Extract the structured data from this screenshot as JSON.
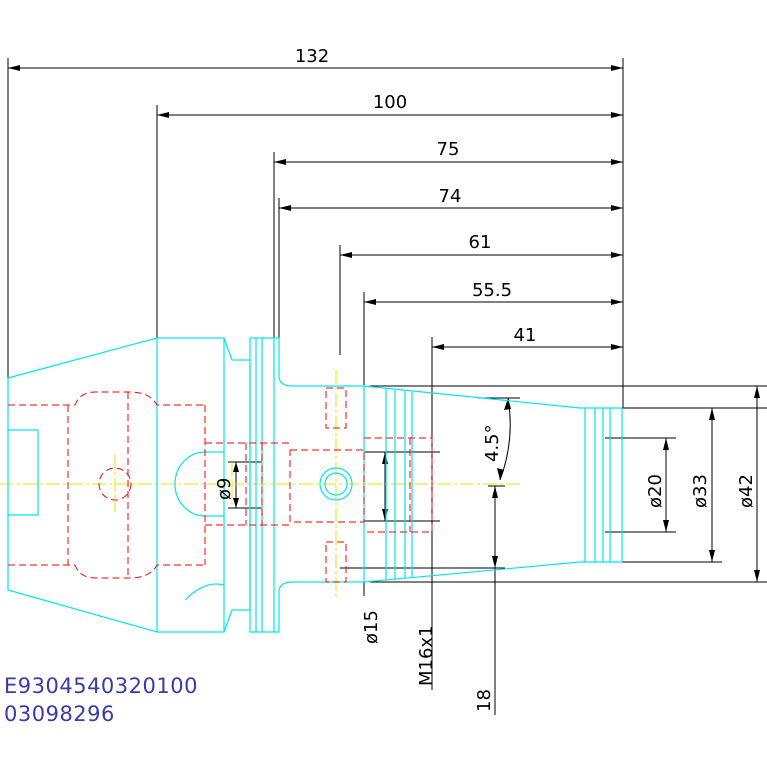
{
  "dimensions": {
    "d132": "132",
    "d100": "100",
    "d75": "75",
    "d74": "74",
    "d61": "61",
    "d55_5": "55.5",
    "d41": "41",
    "angle": "4.5°",
    "dia9": "ø9",
    "dia20": "ø20",
    "dia33": "ø33",
    "dia42": "ø42",
    "dia15": "ø15",
    "thread": "M16x1",
    "d18": "18"
  },
  "codes": {
    "article_number": "E9304540320100",
    "order_number": "03098296"
  },
  "colors": {
    "outline": "#00e6f0",
    "hidden_lines": "#ff0000",
    "centerline": "#e6e600",
    "dimension": "#000000",
    "code_text": "#3a3aa8"
  }
}
